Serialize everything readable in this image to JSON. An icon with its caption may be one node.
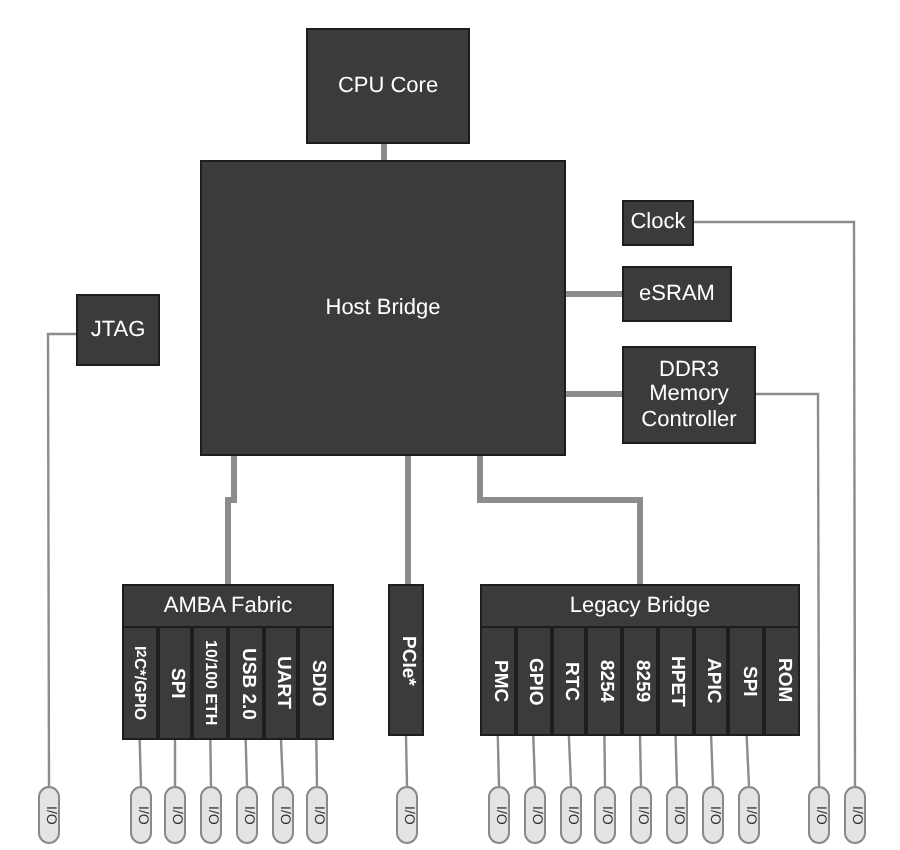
{
  "diagram": {
    "nodes": [
      {
        "text": [
          "CPU Core"
        ]
      },
      {
        "text": [
          "Host Bridge"
        ]
      },
      {
        "text": [
          "Clock"
        ]
      },
      {
        "text": [
          "eSRAM"
        ]
      },
      {
        "text": [
          "DDR3 Memory Controller"
        ]
      },
      {
        "text": [
          "JTAG"
        ]
      },
      {
        "text": [
          "AMBA Fabric"
        ]
      },
      {
        "text": [
          "I$^{2}$C*/GPIO"
        ],
        "in": 6
      },
      {
        "text": [
          "SPI"
        ],
        "in": 6
      },
      {
        "text": [
          "10/100 ETH"
        ],
        "in": 6
      },
      {
        "text": [
          "USB 2.0"
        ],
        "in": 6
      },
      {
        "text": [
          "UART"
        ],
        "in": 6
      },
      {
        "text": [
          "SDIO"
        ],
        "in": 6
      },
      {
        "text": [
          "PCIe*"
        ]
      },
      {
        "text": [
          "Legacy Bridge"
        ]
      },
      {
        "text": [
          "PMC"
        ],
        "in": 14
      },
      {
        "text": [
          "GPIO"
        ],
        "in": 14
      },
      {
        "text": [
          "RTC"
        ],
        "in": 14
      },
      {
        "text": [
          "8254"
        ],
        "in": 14
      },
      {
        "text": [
          "8259"
        ],
        "in": 14
      },
      {
        "text": [
          "HPET"
        ],
        "in": 14
      },
      {
        "text": [
          "APIC"
        ],
        "in": 14
      },
      {
        "text": [
          "SPI"
        ],
        "in": 14
      },
      {
        "text": [
          "ROM"
        ],
        "in": 14
      },
      {
        "text": [
          "I/O"
        ]
      },
      {
        "text": [
          "I/O"
        ]
      },
      {
        "text": [
          "I/O"
        ]
      },
      {
        "text": [
          "I/O"
        ]
      },
      {
        "text": [
          "I/O"
        ]
      },
      {
        "text": [
          "I/O"
        ]
      },
      {
        "text": [
          "I/O"
        ]
      },
      {
        "text": [
          "I/O"
        ]
      },
      {
        "text": [
          "I/O"
        ]
      },
      {
        "text": [
          "I/O"
        ]
      },
      {
        "text": [
          "I/O"
        ]
      },
      {
        "text": [
          "I/O"
        ]
      },
      {
        "text": [
          "I/O"
        ]
      },
      {
        "text": [
          "I/O"
        ]
      },
      {
        "text": [
          "I/O"
        ]
      },
      {
        "text": [
          "I/O"
        ]
      },
      {
        "text": [
          "I/O"
        ]
      },
      {
        "text": [
          "I/O"
        ]
      }
    ],
    "edges": [
      {
        "from": 0,
        "to": 1,
        "arrow": "none",
        "style": "thick"
      },
      {
        "from": 1,
        "to": 3,
        "arrow": "none",
        "style": "thick"
      },
      {
        "from": 1,
        "to": 4,
        "arrow": "none",
        "style": "thick"
      },
      {
        "from": 1,
        "to": 6,
        "arrow": "none",
        "style": "thick"
      },
      {
        "from": 1,
        "to": 13,
        "arrow": "none",
        "style": "thick"
      },
      {
        "from": 1,
        "to": 14,
        "arrow": "none",
        "style": "thick"
      },
      {
        "from": 5,
        "to": 24,
        "arrow": "none"
      },
      {
        "from": 7,
        "to": 25,
        "arrow": "none"
      },
      {
        "from": 8,
        "to": 26,
        "arrow": "none"
      },
      {
        "from": 9,
        "to": 27,
        "arrow": "none"
      },
      {
        "from": 10,
        "to": 28,
        "arrow": "none"
      },
      {
        "from": 11,
        "to": 29,
        "arrow": "none"
      },
      {
        "from": 12,
        "to": 30,
        "arrow": "none"
      },
      {
        "from": 13,
        "to": 31,
        "arrow": "none"
      },
      {
        "from": 15,
        "to": 32,
        "arrow": "none"
      },
      {
        "from": 16,
        "to": 33,
        "arrow": "none"
      },
      {
        "from": 17,
        "to": 34,
        "arrow": "none"
      },
      {
        "from": 18,
        "to": 35,
        "arrow": "none"
      },
      {
        "from": 19,
        "to": 36,
        "arrow": "none"
      },
      {
        "from": 20,
        "to": 37,
        "arrow": "none"
      },
      {
        "from": 21,
        "to": 38,
        "arrow": "none"
      },
      {
        "from": 22,
        "to": 39,
        "arrow": "none"
      },
      {
        "from": 4,
        "to": 40,
        "arrow": "none"
      },
      {
        "from": 2,
        "to": 41,
        "arrow": "none"
      }
    ]
  }
}
